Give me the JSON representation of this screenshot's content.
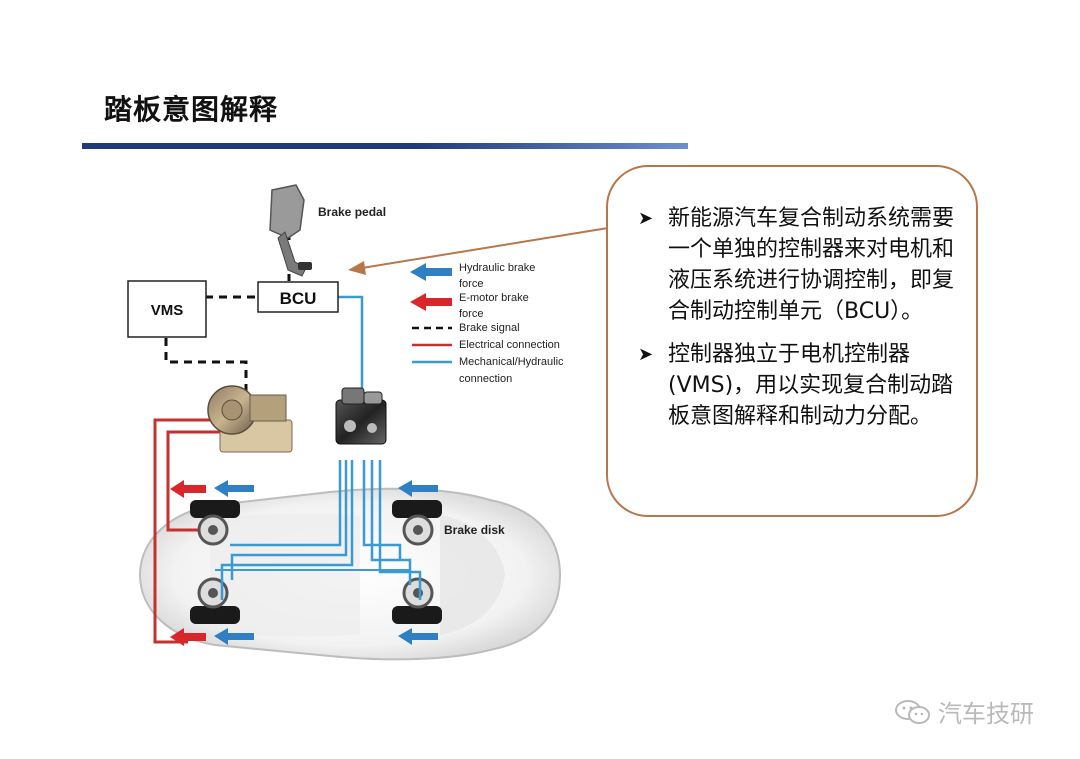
{
  "title": "踏板意图解释",
  "diagram": {
    "vms_label": "VMS",
    "bcu_label": "BCU",
    "brake_pedal_label": "Brake pedal",
    "brake_disk_label": "Brake disk",
    "legend": [
      {
        "kind": "blue-arrow",
        "lines": [
          "Hydraulic brake",
          "force"
        ]
      },
      {
        "kind": "red-arrow",
        "lines": [
          "E-motor brake",
          "force"
        ]
      },
      {
        "kind": "dashed",
        "lines": [
          "Brake signal"
        ]
      },
      {
        "kind": "red-line",
        "lines": [
          "Electrical connection"
        ]
      },
      {
        "kind": "blue-line",
        "lines": [
          "Mechanical/Hydraulic",
          "connection"
        ]
      }
    ],
    "colors": {
      "hydraulic": "#2e7fc4",
      "emotor": "#d9262b",
      "signal": "#111111",
      "electrical": "#c4322e",
      "mechanical": "#3b9ad0"
    }
  },
  "callout": {
    "bullets": [
      "新能源汽车复合制动系统需要一个单独的控制器来对电机和液压系统进行协调控制，即复合制动控制单元（BCU）。",
      "控制器独立于电机控制器(VMS)，用以实现复合制动踏板意图解释和制动力分配。"
    ],
    "border_color": "#b7774a"
  },
  "watermark": {
    "text": "汽车技研"
  }
}
